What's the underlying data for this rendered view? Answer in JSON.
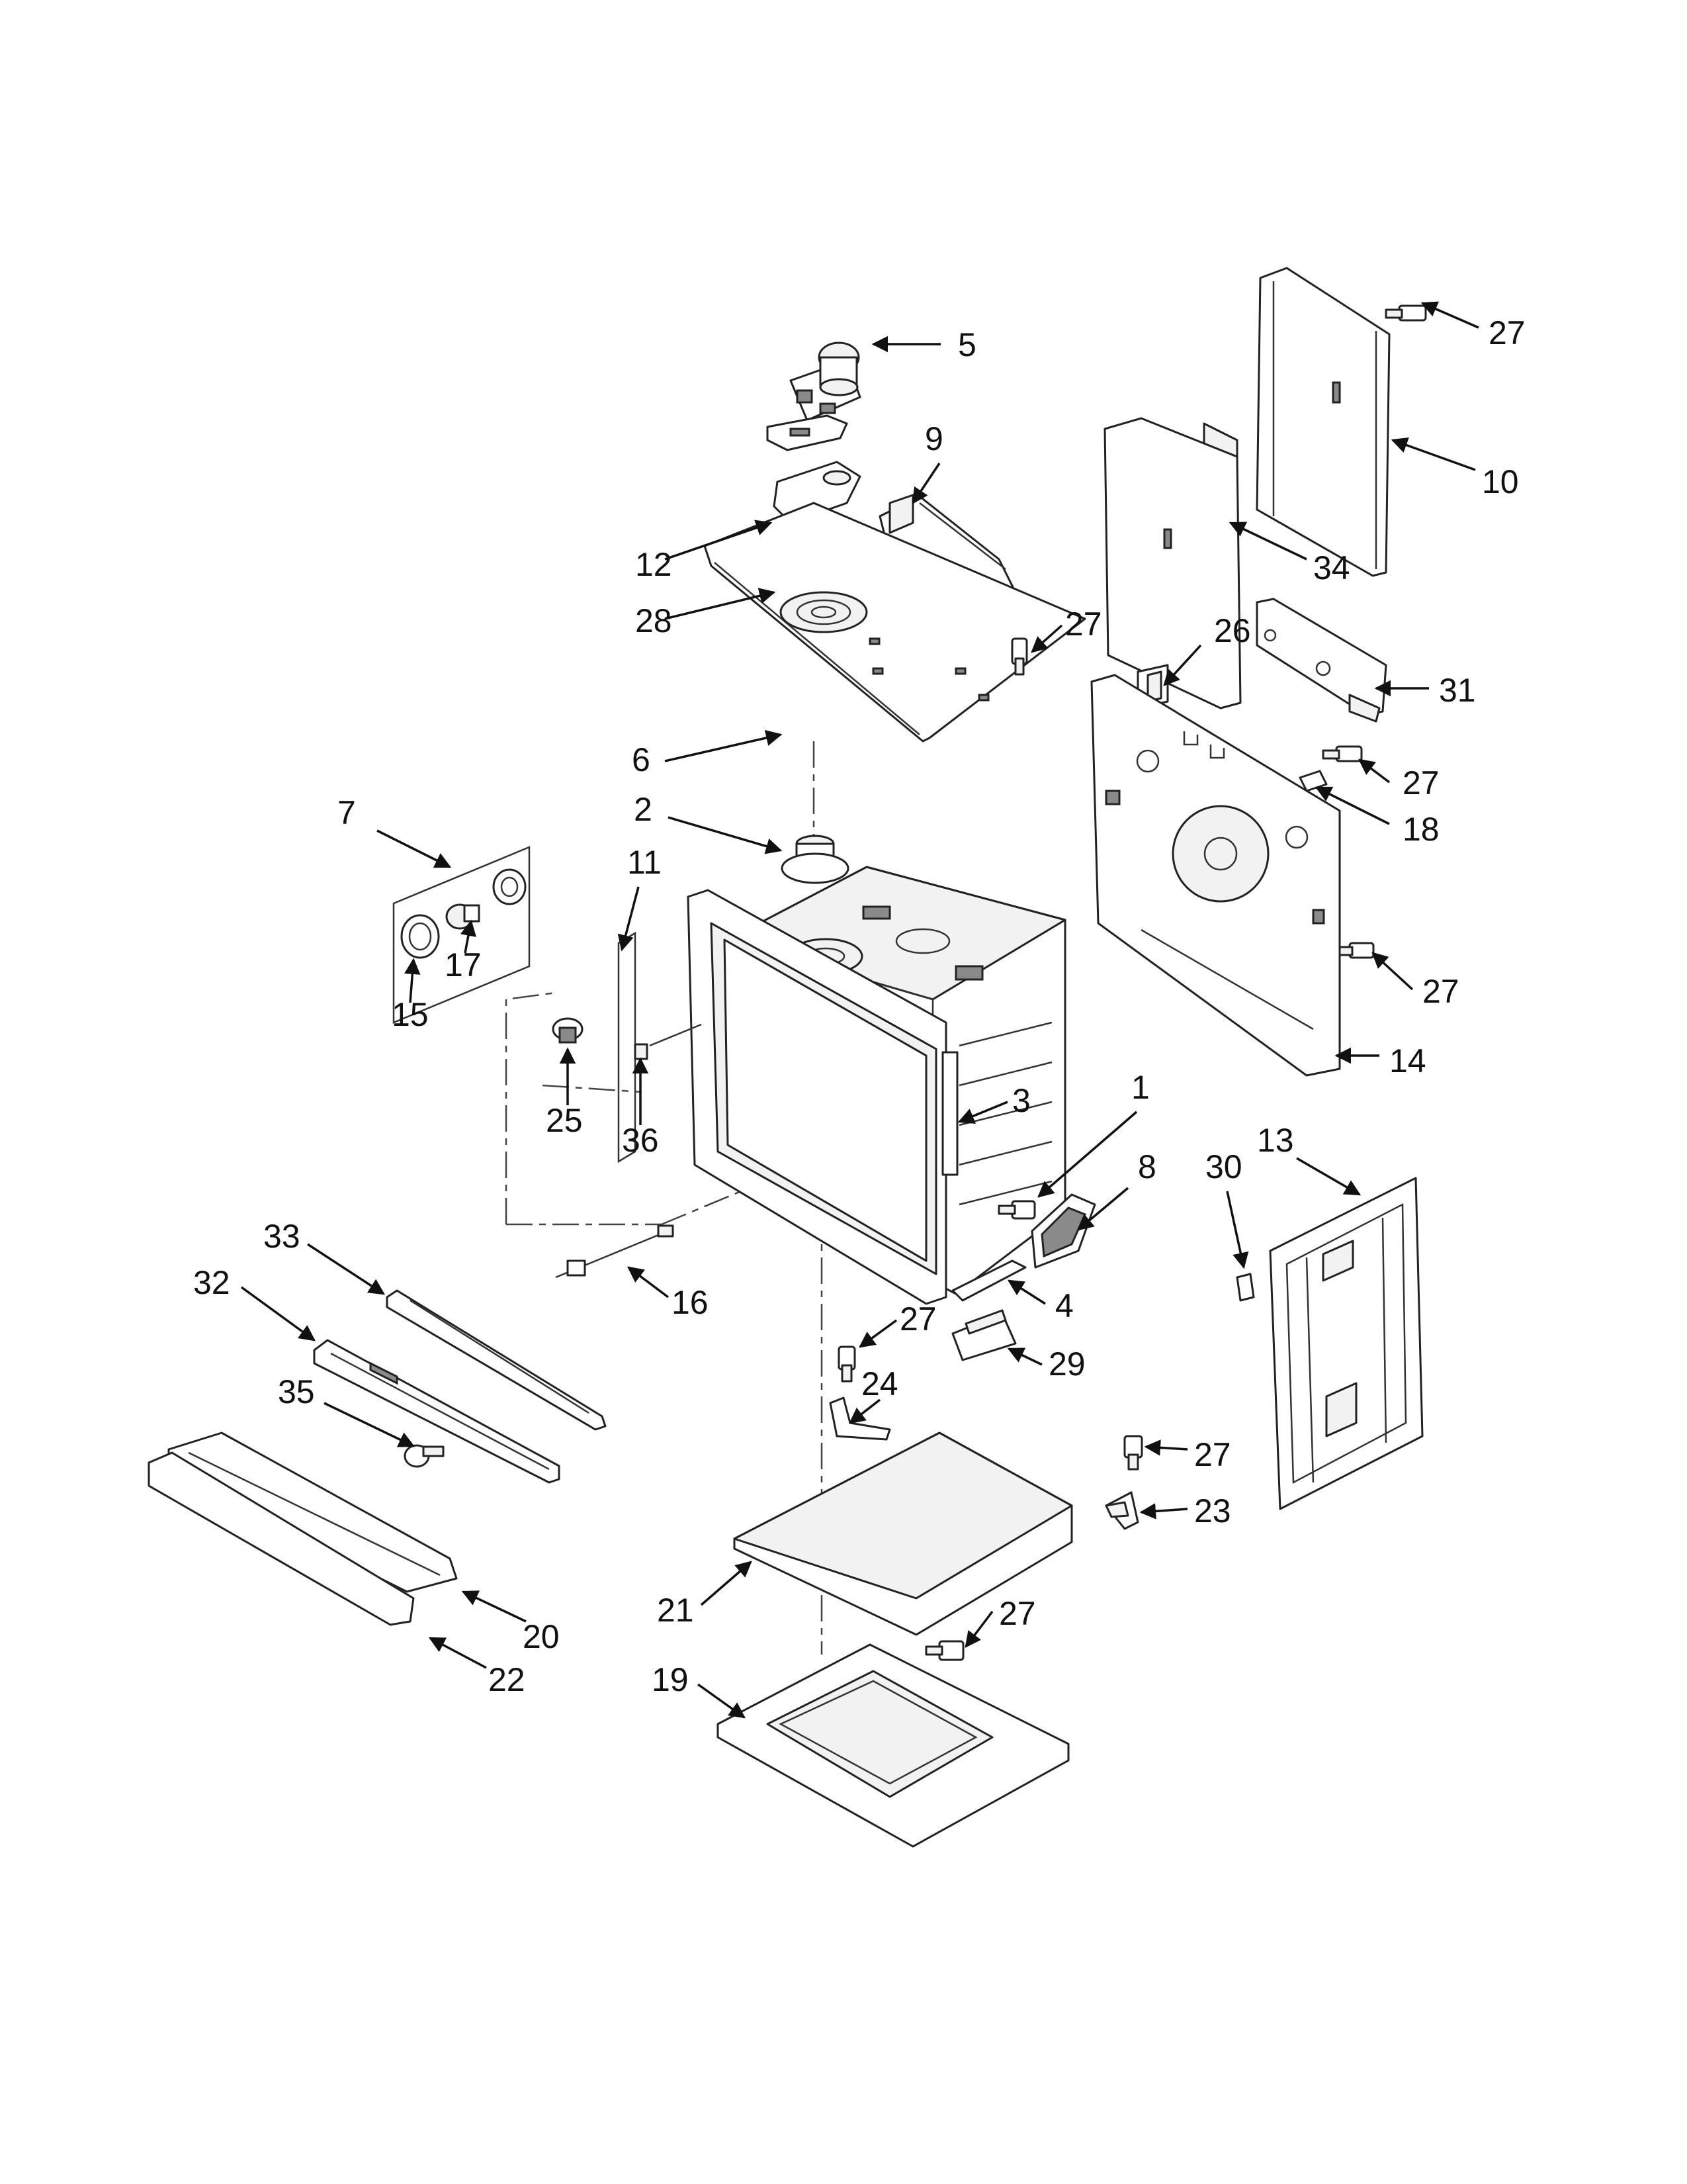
{
  "callouts": [
    {
      "id": "1",
      "label": "1"
    },
    {
      "id": "2",
      "label": "2"
    },
    {
      "id": "3",
      "label": "3"
    },
    {
      "id": "4",
      "label": "4"
    },
    {
      "id": "5",
      "label": "5"
    },
    {
      "id": "6",
      "label": "6"
    },
    {
      "id": "7",
      "label": "7"
    },
    {
      "id": "8",
      "label": "8"
    },
    {
      "id": "9",
      "label": "9"
    },
    {
      "id": "10",
      "label": "10"
    },
    {
      "id": "11",
      "label": "11"
    },
    {
      "id": "12",
      "label": "12"
    },
    {
      "id": "13",
      "label": "13"
    },
    {
      "id": "14",
      "label": "14"
    },
    {
      "id": "15",
      "label": "15"
    },
    {
      "id": "16",
      "label": "16"
    },
    {
      "id": "17",
      "label": "17"
    },
    {
      "id": "18",
      "label": "18"
    },
    {
      "id": "19",
      "label": "19"
    },
    {
      "id": "20",
      "label": "20"
    },
    {
      "id": "21",
      "label": "21"
    },
    {
      "id": "22",
      "label": "22"
    },
    {
      "id": "23",
      "label": "23"
    },
    {
      "id": "24",
      "label": "24"
    },
    {
      "id": "25",
      "label": "25"
    },
    {
      "id": "26",
      "label": "26"
    },
    {
      "id": "27a",
      "label": "27"
    },
    {
      "id": "27b",
      "label": "27"
    },
    {
      "id": "27c",
      "label": "27"
    },
    {
      "id": "27d",
      "label": "27"
    },
    {
      "id": "27e",
      "label": "27"
    },
    {
      "id": "27f",
      "label": "27"
    },
    {
      "id": "27g",
      "label": "27"
    },
    {
      "id": "28",
      "label": "28"
    },
    {
      "id": "29",
      "label": "29"
    },
    {
      "id": "30",
      "label": "30"
    },
    {
      "id": "31",
      "label": "31"
    },
    {
      "id": "32",
      "label": "32"
    },
    {
      "id": "33",
      "label": "33"
    },
    {
      "id": "34",
      "label": "34"
    },
    {
      "id": "35",
      "label": "35"
    },
    {
      "id": "36",
      "label": "36"
    }
  ]
}
